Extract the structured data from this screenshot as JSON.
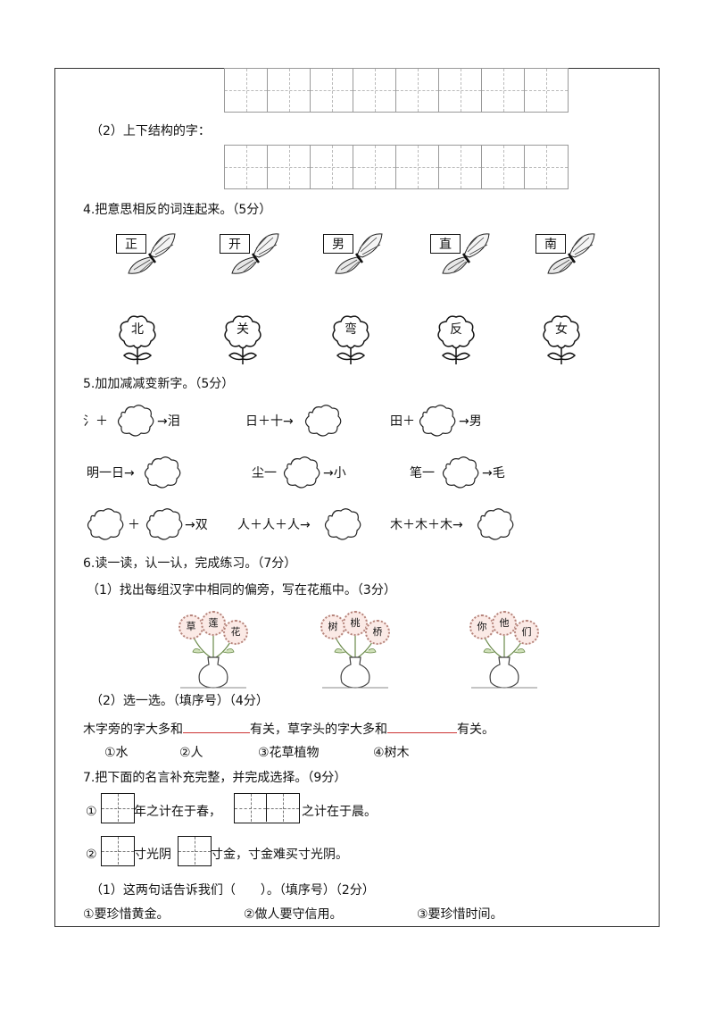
{
  "q3_sub2": "（2）上下结构的字：",
  "q4": {
    "title": "4.把意思相反的词连起来。（5分）",
    "butterflies": [
      "正",
      "开",
      "男",
      "直",
      "南"
    ],
    "flowers": [
      "北",
      "关",
      "弯",
      "反",
      "女"
    ]
  },
  "q5": {
    "title": "5.加加减减变新字。（5分）",
    "row1": [
      {
        "pre": "氵＋",
        "post": "→泪"
      },
      {
        "pre": "日＋十→",
        "post": ""
      },
      {
        "pre": "田＋",
        "post": "→男"
      }
    ],
    "row2": [
      {
        "pre": "明一日→",
        "post": ""
      },
      {
        "pre": "尘一",
        "post": "→小"
      },
      {
        "pre": "笔一",
        "post": "→毛"
      }
    ],
    "row3": [
      {
        "mid": "＋",
        "post": "→双"
      },
      {
        "pre": "人＋人＋人→",
        "post": ""
      },
      {
        "pre": "木＋木＋木→",
        "post": ""
      }
    ]
  },
  "q6": {
    "title": "6.读一读，认一认，完成练习。（7分）",
    "sub1": "（1）找出每组汉字中相同的偏旁，写在花瓶中。（3分）",
    "vases": [
      [
        "草",
        "莲",
        "花"
      ],
      [
        "树",
        "桃",
        "桥"
      ],
      [
        "你",
        "他",
        "们"
      ]
    ],
    "sub2": "（2）选一选。（填序号）（4分）",
    "line_a": "木字旁的字大多和",
    "line_b": "有关，草字头的字大多和",
    "line_c": "有关。",
    "options": [
      "①水",
      "②人",
      "③花草植物",
      "④树木"
    ]
  },
  "q7": {
    "title": "7.把下面的名言补充完整，并完成选择。（9分）",
    "l1_num": "①",
    "l1_a": "年之计在于春，",
    "l1_b": "之计在于晨。",
    "l2_num": "②",
    "l2_a": "寸光阴",
    "l2_b": "寸金，寸金难买寸光阴。",
    "sub1": "（1）这两句话告诉我们（　　）。（填序号）（2分）",
    "options": [
      "①要珍惜黄金。",
      "②做人要守信用。",
      "③要珍惜时间。"
    ]
  }
}
